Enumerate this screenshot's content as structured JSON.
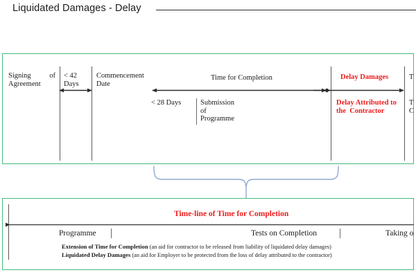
{
  "header": {
    "title": "Liquidated Damages - Delay"
  },
  "colors": {
    "box_border_green": "#46b97b",
    "accent_red": "#ee1c1c",
    "brace_blue": "#8ea9cf",
    "line_gray": "#59595b",
    "text_dark": "#1a1a1a"
  },
  "top_box": {
    "milestones": [
      {
        "name": "signing-of-agreement",
        "label": "Signing           of\nAgreement"
      },
      {
        "name": "commencement-date",
        "label": "Commencement\nDate"
      }
    ],
    "signing_label_line1": "Signing",
    "signing_label_of": "of",
    "signing_label_line2": "Agreement",
    "days_42_label": "< 42\nDays",
    "commencement_label": "Commencement\nDate",
    "time_for_completion_label": "Time for Completion",
    "days_28_label": "< 28 Days",
    "submission_label": "Submission\nof\nProgramme",
    "delay_damages_label": "Delay Damages",
    "delay_attributed_label": "Delay Attributed to\nthe  Contractor",
    "right_clipped_top": "T",
    "right_clipped_bottom": "T\nC"
  },
  "bottom_box": {
    "timeline_heading": "Time-line of Time for Completion",
    "row_items": [
      {
        "name": "programme",
        "label": "Programme"
      },
      {
        "name": "tests-on-completion",
        "label": "Tests on Completion"
      },
      {
        "name": "taking-over",
        "label": "Taking o"
      }
    ],
    "note_1_bold": "Extension of Time for Completion",
    "note_1_rest": "(an aid for contractor to be released from liability of liquidated delay damages)",
    "note_2_bold": "Liquidated Delay Damages",
    "note_2_rest": "(an aid for Employer to be protected from the loss of delay attributed to the contractor)"
  }
}
